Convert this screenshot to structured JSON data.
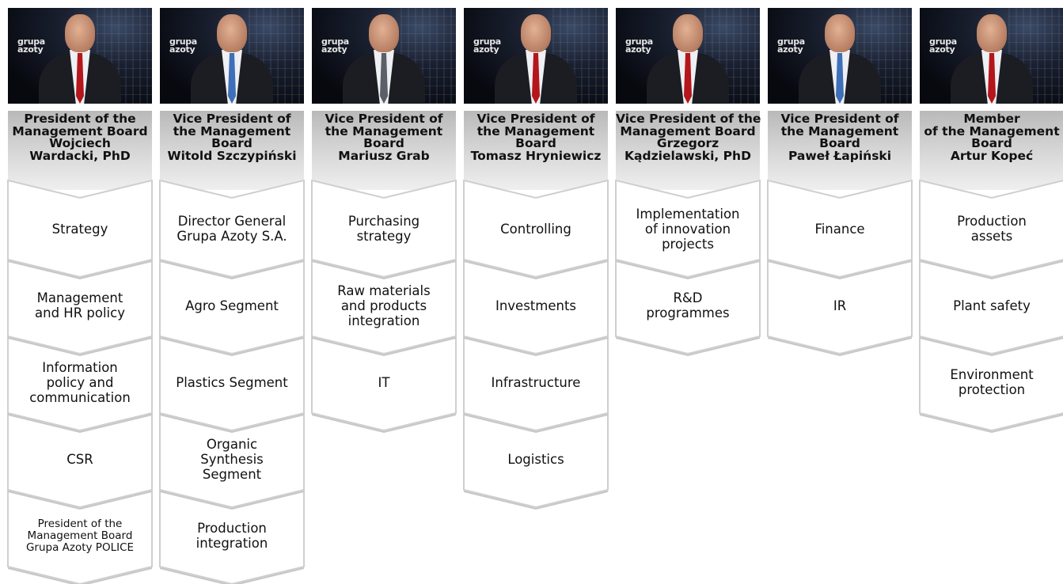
{
  "logo_text": [
    "grupa",
    "azoty"
  ],
  "columns": [
    {
      "title_lines": [
        "President of the",
        "Management Board",
        "Wojciech",
        "Wardacki, PhD"
      ],
      "tie": "red",
      "items": [
        {
          "lines": [
            "Strategy"
          ]
        },
        {
          "lines": [
            "Management",
            "and HR policy"
          ]
        },
        {
          "lines": [
            "Information",
            "policy and",
            "communication"
          ]
        },
        {
          "lines": [
            "CSR"
          ]
        },
        {
          "lines": [
            "President of the",
            "Management Board",
            "Grupa Azoty POLICE"
          ],
          "small": true
        }
      ]
    },
    {
      "title_lines": [
        "Vice President of",
        "the Management",
        "Board",
        "Witold Szczypiński"
      ],
      "tie": "blue",
      "items": [
        {
          "lines": [
            "Director General",
            "Grupa Azoty S.A."
          ]
        },
        {
          "lines": [
            "Agro Segment"
          ]
        },
        {
          "lines": [
            "Plastics Segment"
          ]
        },
        {
          "lines": [
            "Organic",
            "Synthesis",
            "Segment"
          ]
        },
        {
          "lines": [
            "Production",
            "integration"
          ]
        }
      ]
    },
    {
      "title_lines": [
        "Vice President of",
        "the Management",
        "Board",
        "Mariusz Grab"
      ],
      "tie": "grey",
      "items": [
        {
          "lines": [
            "Purchasing",
            "strategy"
          ]
        },
        {
          "lines": [
            "Raw materials",
            "and products",
            "integration"
          ]
        },
        {
          "lines": [
            "IT"
          ]
        }
      ]
    },
    {
      "title_lines": [
        "Vice President of",
        "the Management",
        "Board",
        "Tomasz Hryniewicz"
      ],
      "tie": "red",
      "items": [
        {
          "lines": [
            "Controlling"
          ]
        },
        {
          "lines": [
            "Investments"
          ]
        },
        {
          "lines": [
            "Infrastructure"
          ]
        },
        {
          "lines": [
            "Logistics"
          ]
        }
      ]
    },
    {
      "title_lines": [
        "Vice President of the",
        "Management Board",
        "Grzegorz",
        "Kądzielawski, PhD"
      ],
      "tie": "red",
      "items": [
        {
          "lines": [
            "Implementation",
            "of innovation",
            "projects"
          ]
        },
        {
          "lines": [
            "R&D",
            "programmes"
          ]
        }
      ]
    },
    {
      "title_lines": [
        "Vice President of",
        "the Management",
        "Board",
        "Paweł Łapiński"
      ],
      "tie": "blue",
      "items": [
        {
          "lines": [
            "Finance"
          ]
        },
        {
          "lines": [
            "IR"
          ]
        }
      ]
    },
    {
      "title_lines": [
        "Member",
        "of the Management",
        "Board",
        "Artur Kopeć"
      ],
      "tie": "red",
      "items": [
        {
          "lines": [
            "Production",
            "assets"
          ]
        },
        {
          "lines": [
            "Plant safety"
          ]
        },
        {
          "lines": [
            "Environment",
            "protection"
          ]
        }
      ]
    }
  ],
  "colors": {
    "chevron_fill": "#ffffff",
    "chevron_stroke": "#cfcfcf",
    "header_gradient_top": "#b9b9b9",
    "header_gradient_bottom": "#efefef"
  }
}
